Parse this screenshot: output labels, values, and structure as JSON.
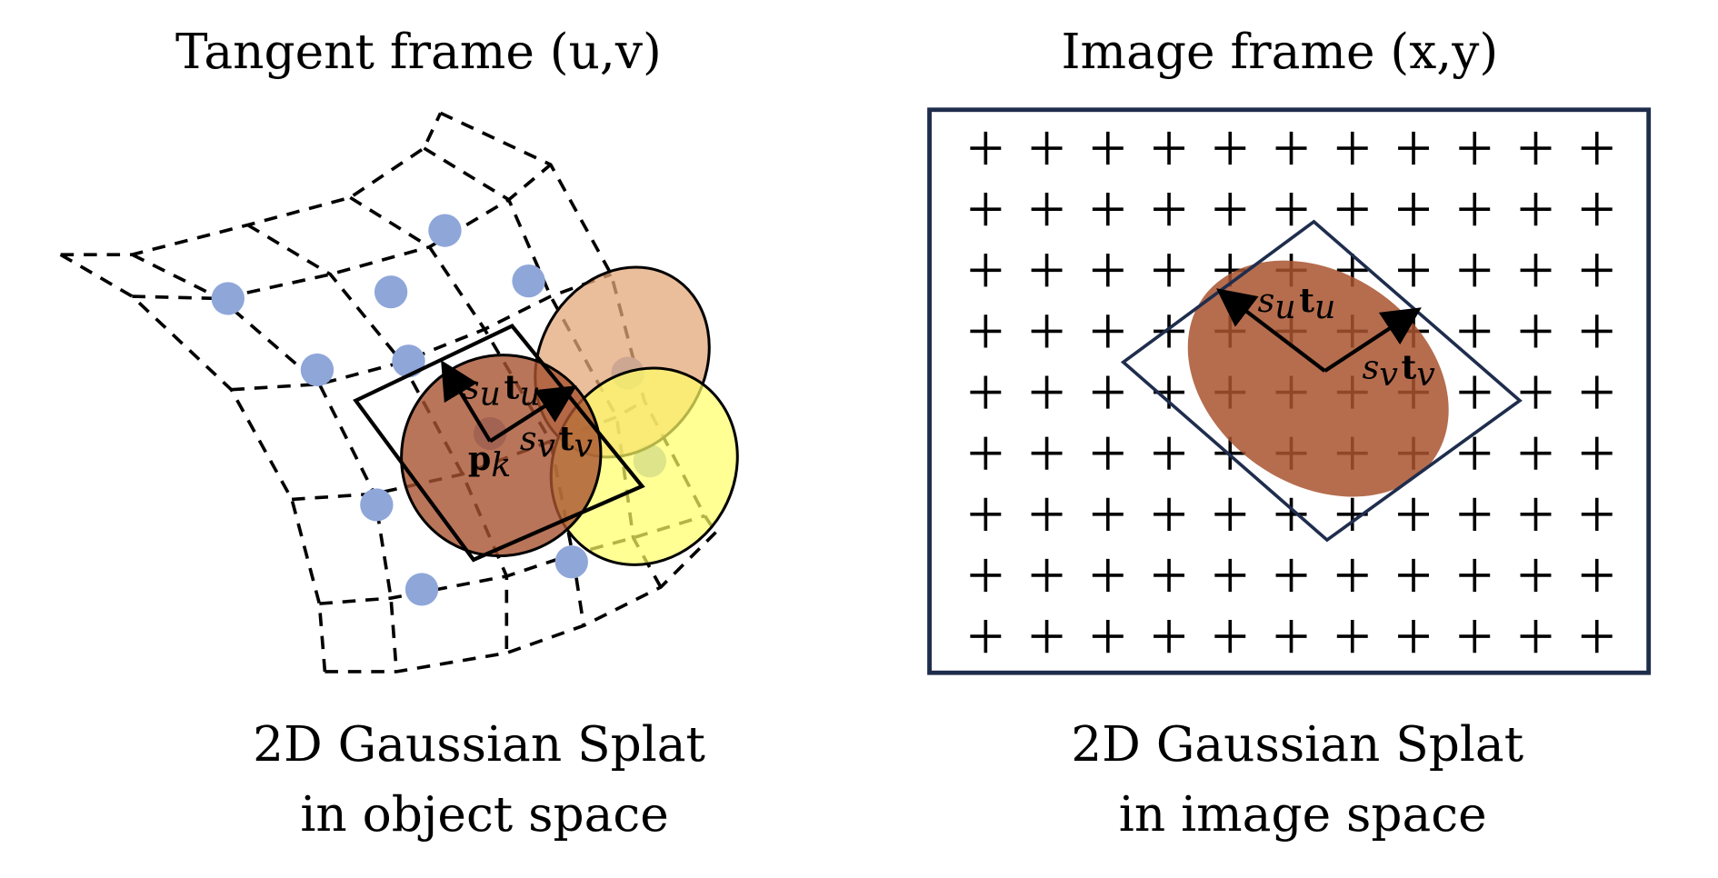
{
  "left_panel": {
    "title": "Tangent frame (u,v)",
    "caption_line1": "2D Gaussian Splat",
    "caption_line2": "in object space",
    "labels": {
      "su": "s",
      "su_sub": "u",
      "tu": "t",
      "tu_sub": "u",
      "sv": "s",
      "sv_sub": "v",
      "tv": "t",
      "tv_sub": "v",
      "pk": "p",
      "pk_sub": "k"
    }
  },
  "right_panel": {
    "title": "Image frame (x,y)",
    "caption_line1": "2D Gaussian Splat",
    "caption_line2": "in image space",
    "labels": {
      "su": "s",
      "su_sub": "u",
      "tu": "t",
      "tu_sub": "u",
      "sv": "s",
      "sv_sub": "v",
      "tv": "t",
      "tv_sub": "v"
    },
    "pixel_grid": {
      "cols": 11,
      "rows": 9
    }
  },
  "colors": {
    "point": "#8fa6d9",
    "splat_brown": "#a8532f",
    "splat_peach": "#e3a77a",
    "splat_yellow": "#ffff66",
    "frame": "#1f2d4d"
  }
}
